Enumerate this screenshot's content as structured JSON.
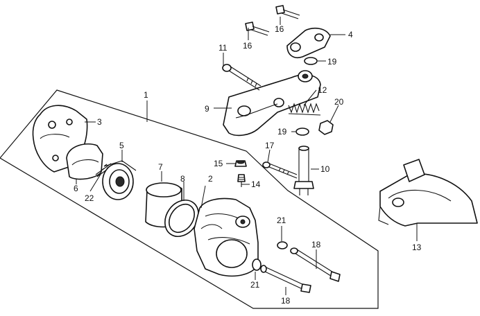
{
  "callouts": {
    "c1": "1",
    "c2": "2",
    "c3": "3",
    "c4": "4",
    "c5": "5",
    "c6": "6",
    "c7": "7",
    "c8": "8",
    "c9": "9",
    "c10": "10",
    "c11": "11",
    "c12": "12",
    "c13": "13",
    "c14": "14",
    "c15": "15",
    "c16a": "16",
    "c16b": "16",
    "c17": "17",
    "c18a": "18",
    "c18b": "18",
    "c19a": "19",
    "c19b": "19",
    "c20": "20",
    "c21a": "21",
    "c21b": "21",
    "c22": "22"
  }
}
